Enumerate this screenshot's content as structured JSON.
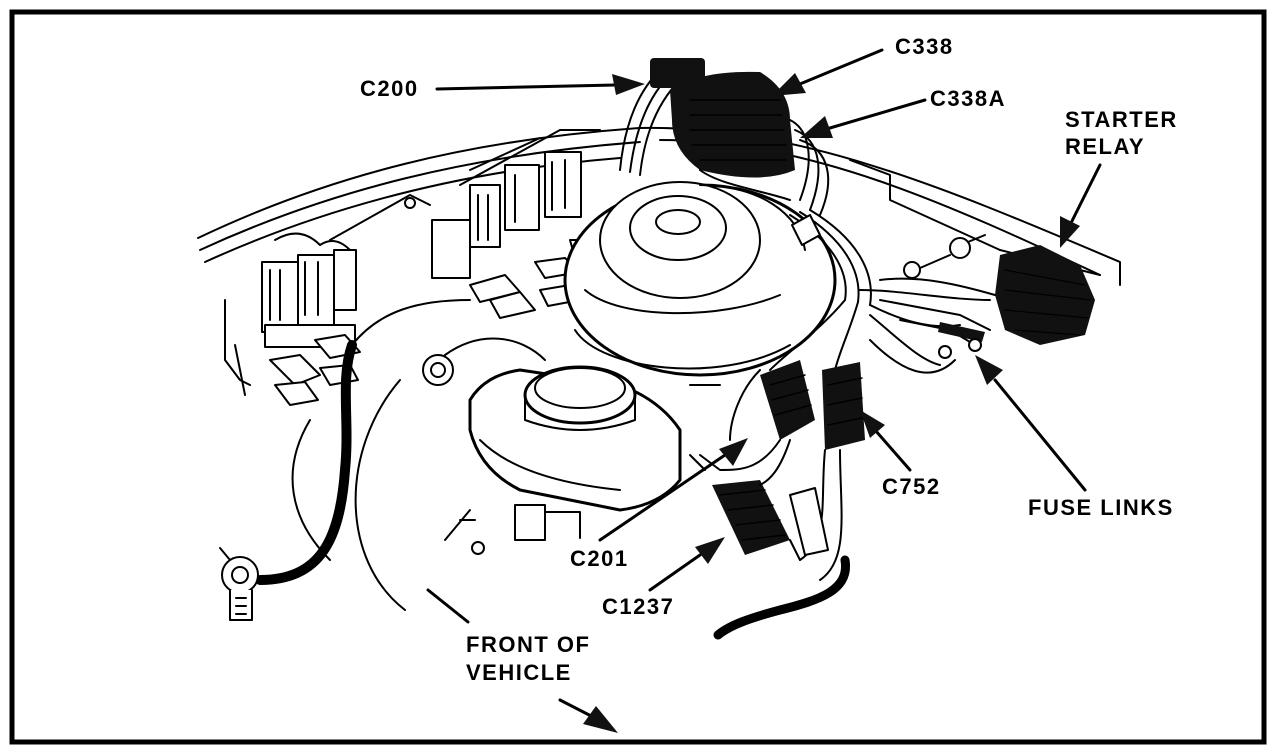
{
  "labels": {
    "c200": "C200",
    "c338": "C338",
    "c338a": "C338A",
    "starter_relay_line1": "STARTER",
    "starter_relay_line2": "RELAY",
    "fuse_links": "FUSE LINKS",
    "c752": "C752",
    "c201": "C201",
    "c1237": "C1237",
    "front_line1": "FRONT OF",
    "front_line2": "VEHICLE"
  },
  "colors": {
    "ink": "#000000",
    "paper": "#ffffff"
  }
}
